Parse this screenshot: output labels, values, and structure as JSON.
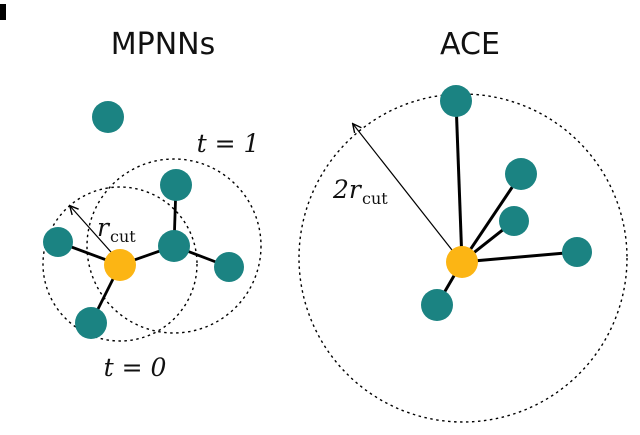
{
  "figure": {
    "left": {
      "title": "MPNNs",
      "label_t1": "t = 1",
      "label_t0": "t = 0",
      "radius_label": {
        "main": "r",
        "sub": "cut"
      }
    },
    "right": {
      "title": "ACE",
      "radius_label": {
        "main": "2r",
        "sub": "cut"
      }
    }
  },
  "colors": {
    "neighbor_node": "#1b8382",
    "center_node": "#fcb514",
    "line": "#000000"
  }
}
